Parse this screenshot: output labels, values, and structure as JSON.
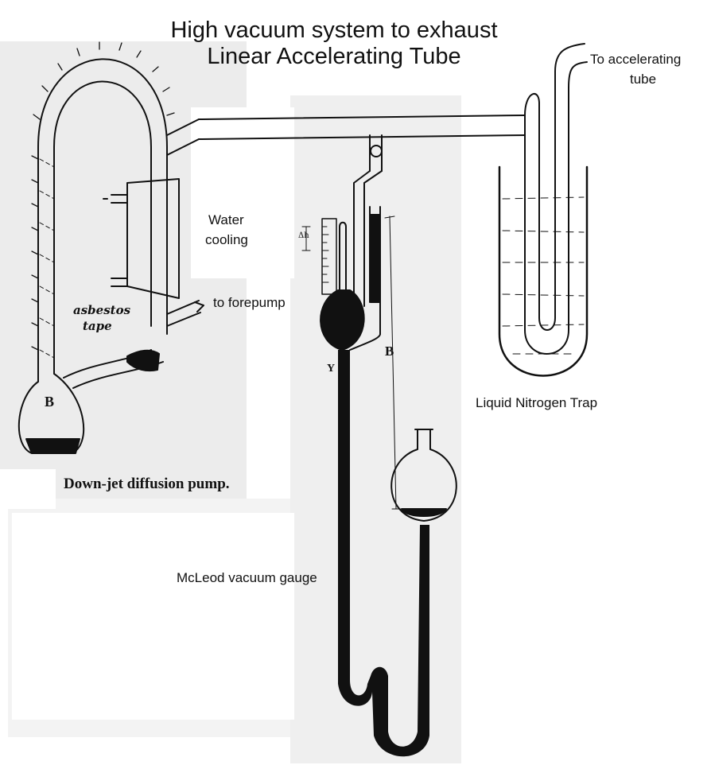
{
  "title": {
    "line1": "High vacuum system to exhaust",
    "line2": "Linear Accelerating Tube"
  },
  "labels": {
    "to_accelerating": "To accelerating",
    "tube": "tube",
    "water": "Water",
    "cooling": "cooling",
    "to_forepump": "to forepump",
    "asbestos": "asbestos",
    "tape": "tape",
    "bulb_letter": "B",
    "pump_caption": "Down-jet diffusion pump.",
    "ln2_trap": "Liquid Nitrogen Trap",
    "mcleod": "McLeod vacuum gauge",
    "gauge_b": "B",
    "gauge_y": "Y",
    "delta_h": "Δh"
  },
  "colors": {
    "ink": "#111111",
    "scan_bg": "#eeeeee",
    "scan_bg_light": "#f4f4f4",
    "paper": "#ffffff"
  }
}
